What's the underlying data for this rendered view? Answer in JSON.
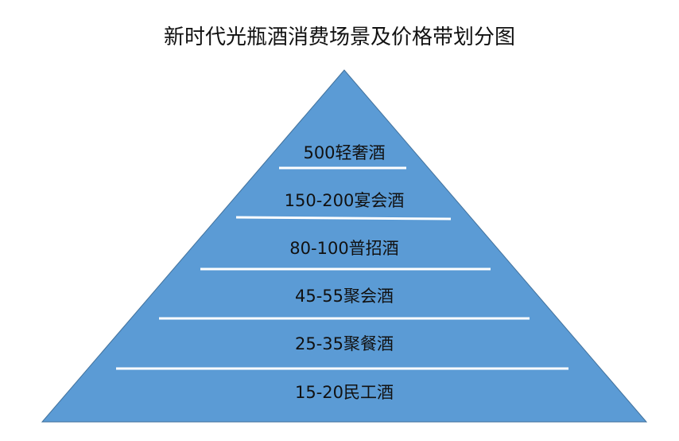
{
  "title": "新时代光瓶酒消费场景及价格带划分图",
  "colors": {
    "pyramid_fill": "#5b9bd5",
    "pyramid_stroke": "#41719c",
    "divider": "#ffffff"
  },
  "tiers": [
    {
      "label": "500轻奢酒"
    },
    {
      "label": "150-200宴会酒"
    },
    {
      "label": "80-100普招酒"
    },
    {
      "label": "45-55聚会酒"
    },
    {
      "label": "25-35聚餐酒"
    },
    {
      "label": "15-20民工酒"
    }
  ]
}
